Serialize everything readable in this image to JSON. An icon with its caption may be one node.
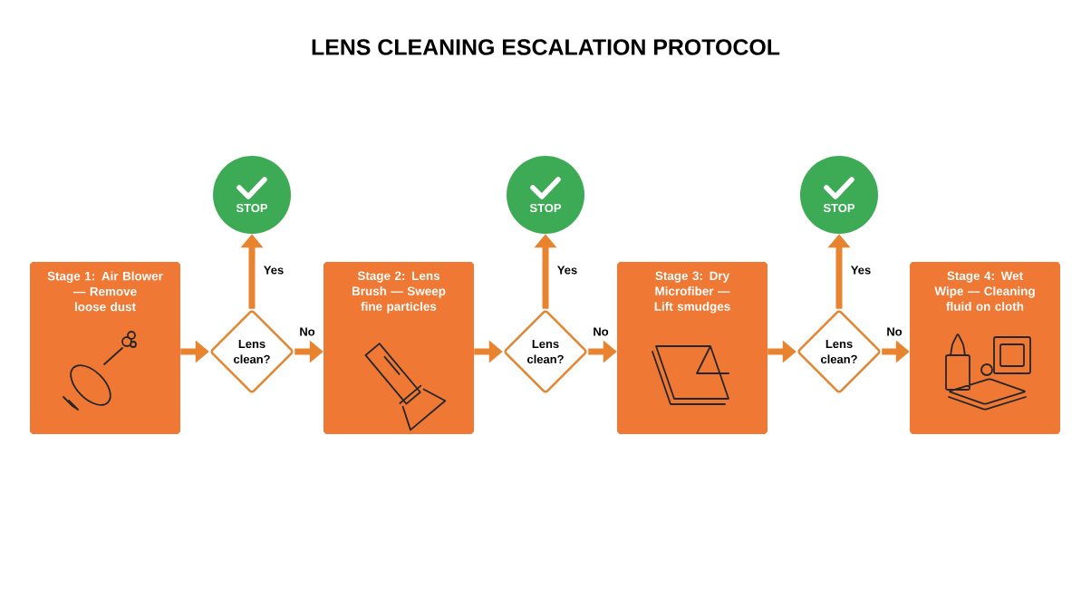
{
  "diagram": {
    "title": "LENS CLEANING ESCALATION PROTOCOL",
    "nodes": [
      {
        "text": [
          "Stage 1: Air Blower — Remove loose dust"
        ]
      },
      {
        "text": [
          "Lens clean?"
        ]
      },
      {
        "text": [
          "STOP"
        ]
      },
      {
        "text": [
          "Stage 2: Lens Brush — Sweep fine particles"
        ]
      },
      {
        "text": [
          "Lens clean?"
        ]
      },
      {
        "text": [
          "STOP"
        ]
      },
      {
        "text": [
          "Stage 3: Dry Microfiber — Lift smudges"
        ]
      },
      {
        "text": [
          "Lens clean?"
        ]
      },
      {
        "text": [
          "STOP"
        ]
      },
      {
        "text": [
          "Stage 4: Wet Wipe — Cleaning fluid on cloth"
        ]
      }
    ],
    "edges": [
      {
        "from": 0,
        "to": 1,
        "arrow": "to"
      },
      {
        "from": 1,
        "to": 2,
        "arrow": "to",
        "label": "Yes"
      },
      {
        "from": 1,
        "to": 3,
        "arrow": "to",
        "label": "No"
      },
      {
        "from": 3,
        "to": 4,
        "arrow": "to"
      },
      {
        "from": 4,
        "to": 5,
        "arrow": "to",
        "label": "Yes"
      },
      {
        "from": 4,
        "to": 6,
        "arrow": "to",
        "label": "No"
      },
      {
        "from": 6,
        "to": 7,
        "arrow": "to"
      },
      {
        "from": 7,
        "to": 8,
        "arrow": "to",
        "label": "Yes"
      },
      {
        "from": 7,
        "to": 9,
        "arrow": "to",
        "label": "No"
      }
    ]
  }
}
